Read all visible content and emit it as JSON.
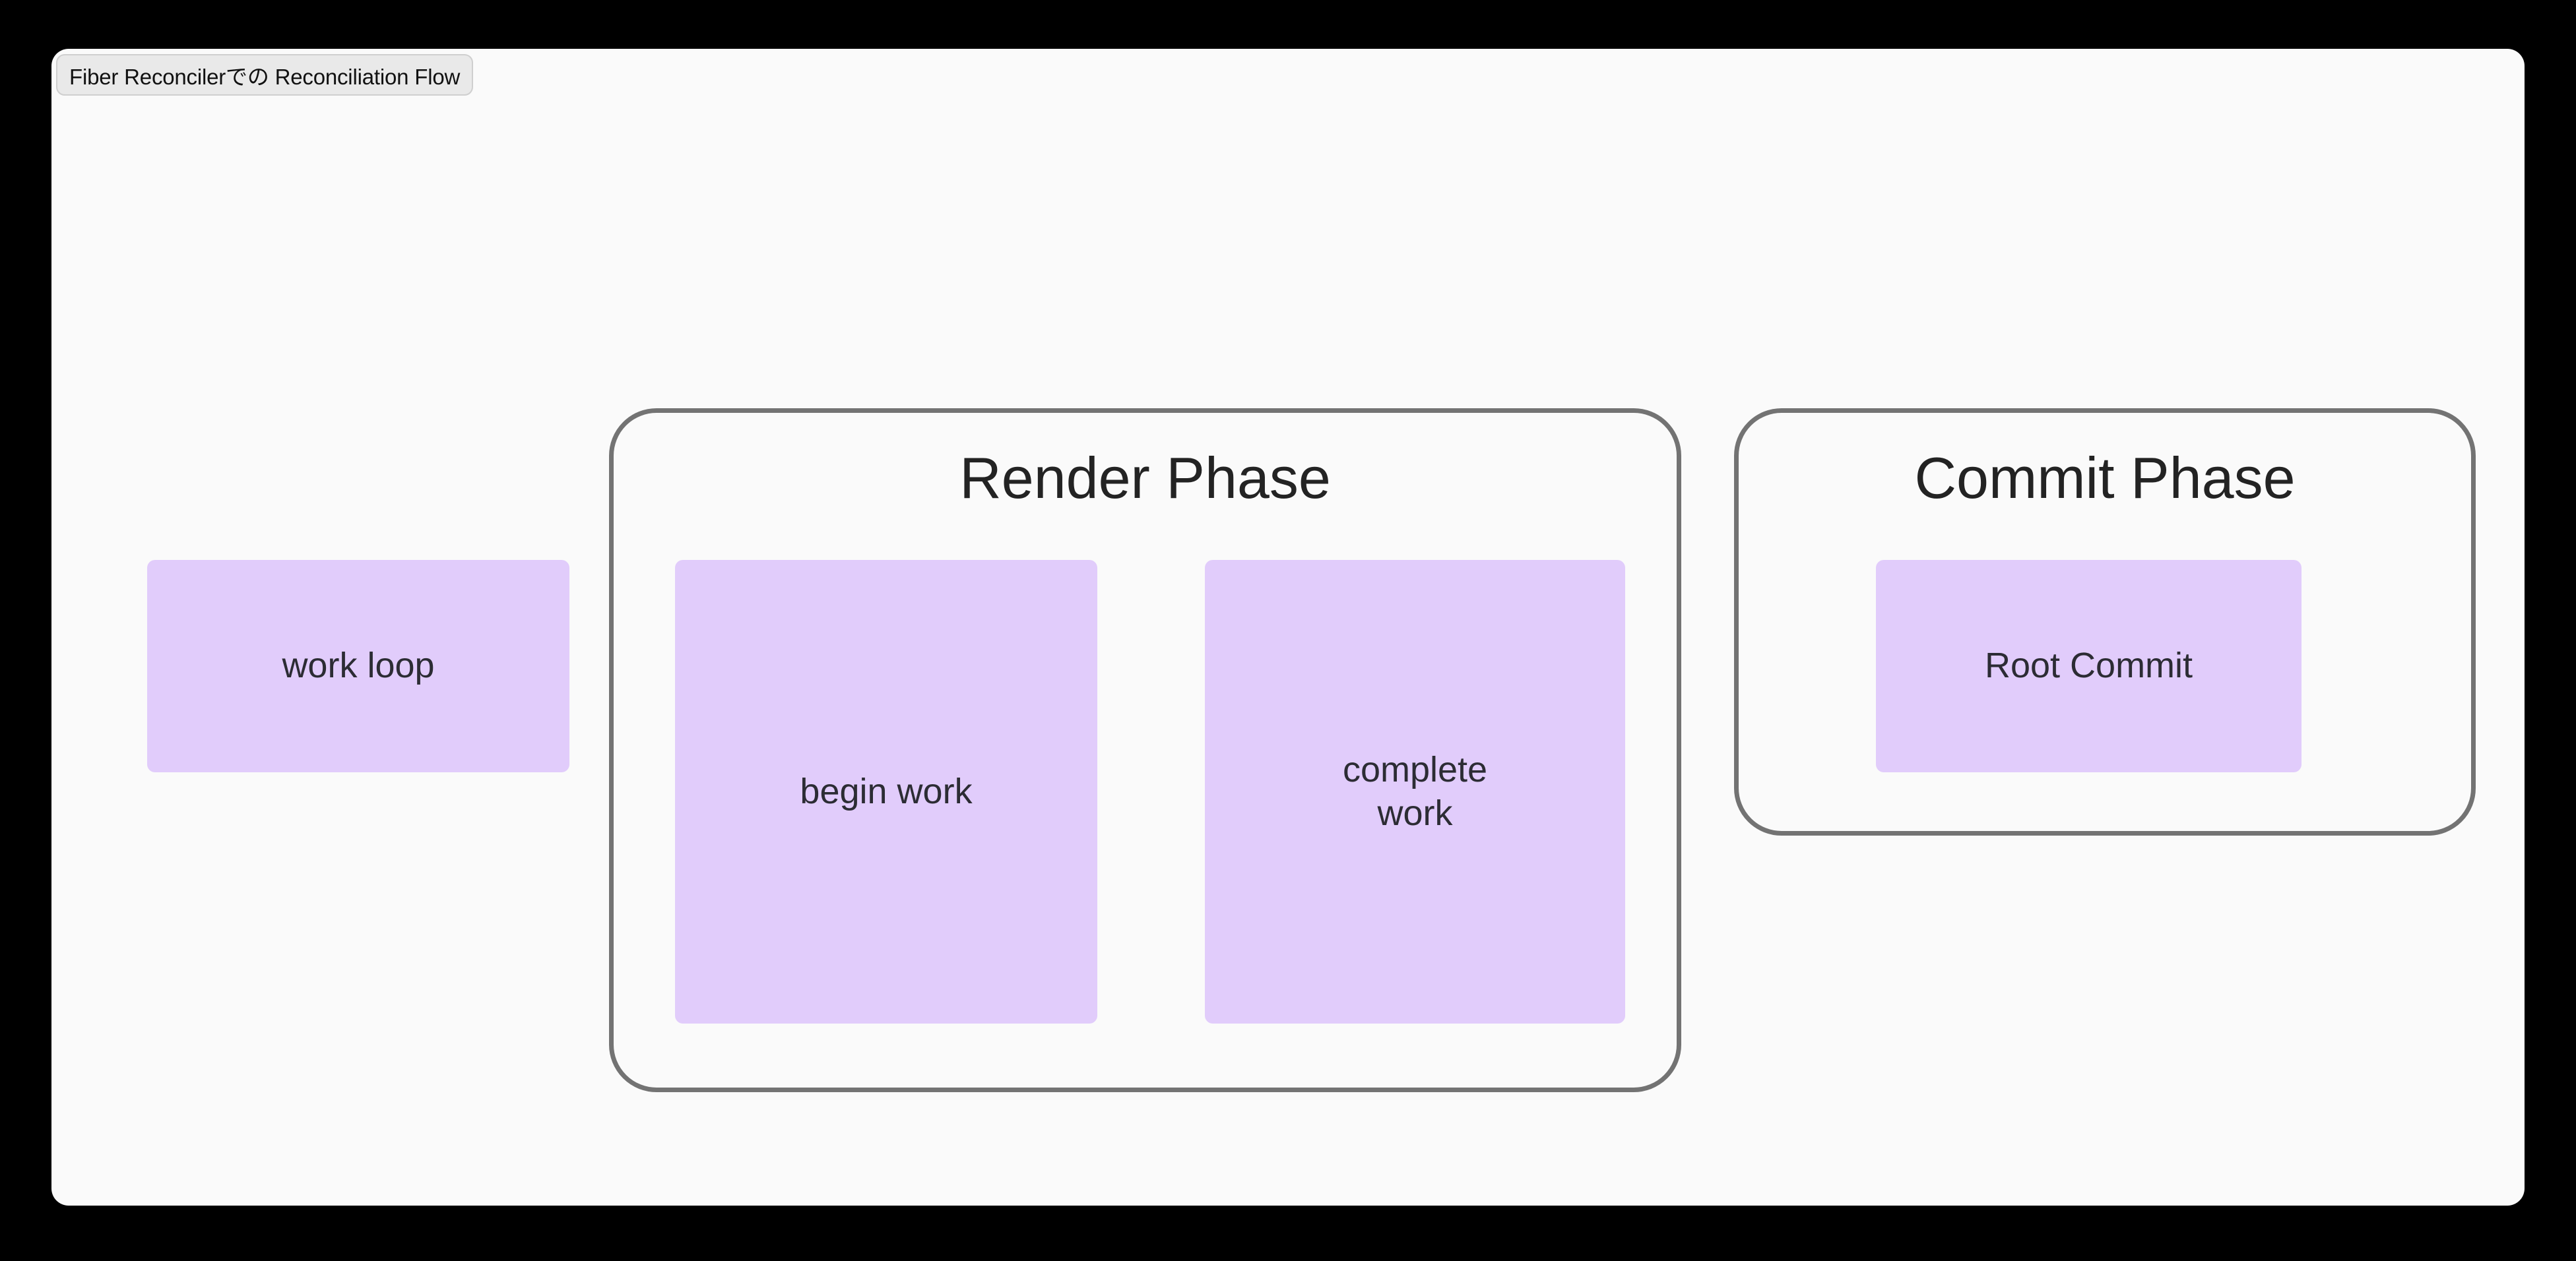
{
  "title_badge": {
    "label": "Fiber Reconcilerでの Reconciliation Flow"
  },
  "canvas": {
    "background_color": "#FAFAFA",
    "page_background_color": "#000000"
  },
  "diagram": {
    "type": "flowchart",
    "groups": [
      {
        "id": "render-phase",
        "title": "Render Phase",
        "border_color": "#737373",
        "nodes": [
          "begin-work",
          "complete-work"
        ]
      },
      {
        "id": "commit-phase",
        "title": "Commit Phase",
        "border_color": "#737373",
        "nodes": [
          "root-commit"
        ]
      }
    ],
    "nodes": [
      {
        "id": "work-loop",
        "label": "work loop",
        "fill_color": "#E1CCFB",
        "text_color": "#2C2C34",
        "group": null
      },
      {
        "id": "begin-work",
        "label": "begin work",
        "fill_color": "#E1CCFB",
        "text_color": "#2C2C34",
        "group": "render-phase"
      },
      {
        "id": "complete-work",
        "label": "complete\nwork",
        "fill_color": "#E1CCFB",
        "text_color": "#2C2C34",
        "group": "render-phase"
      },
      {
        "id": "root-commit",
        "label": "Root Commit",
        "fill_color": "#E1CCFB",
        "text_color": "#2C2C34",
        "group": "commit-phase"
      }
    ]
  }
}
